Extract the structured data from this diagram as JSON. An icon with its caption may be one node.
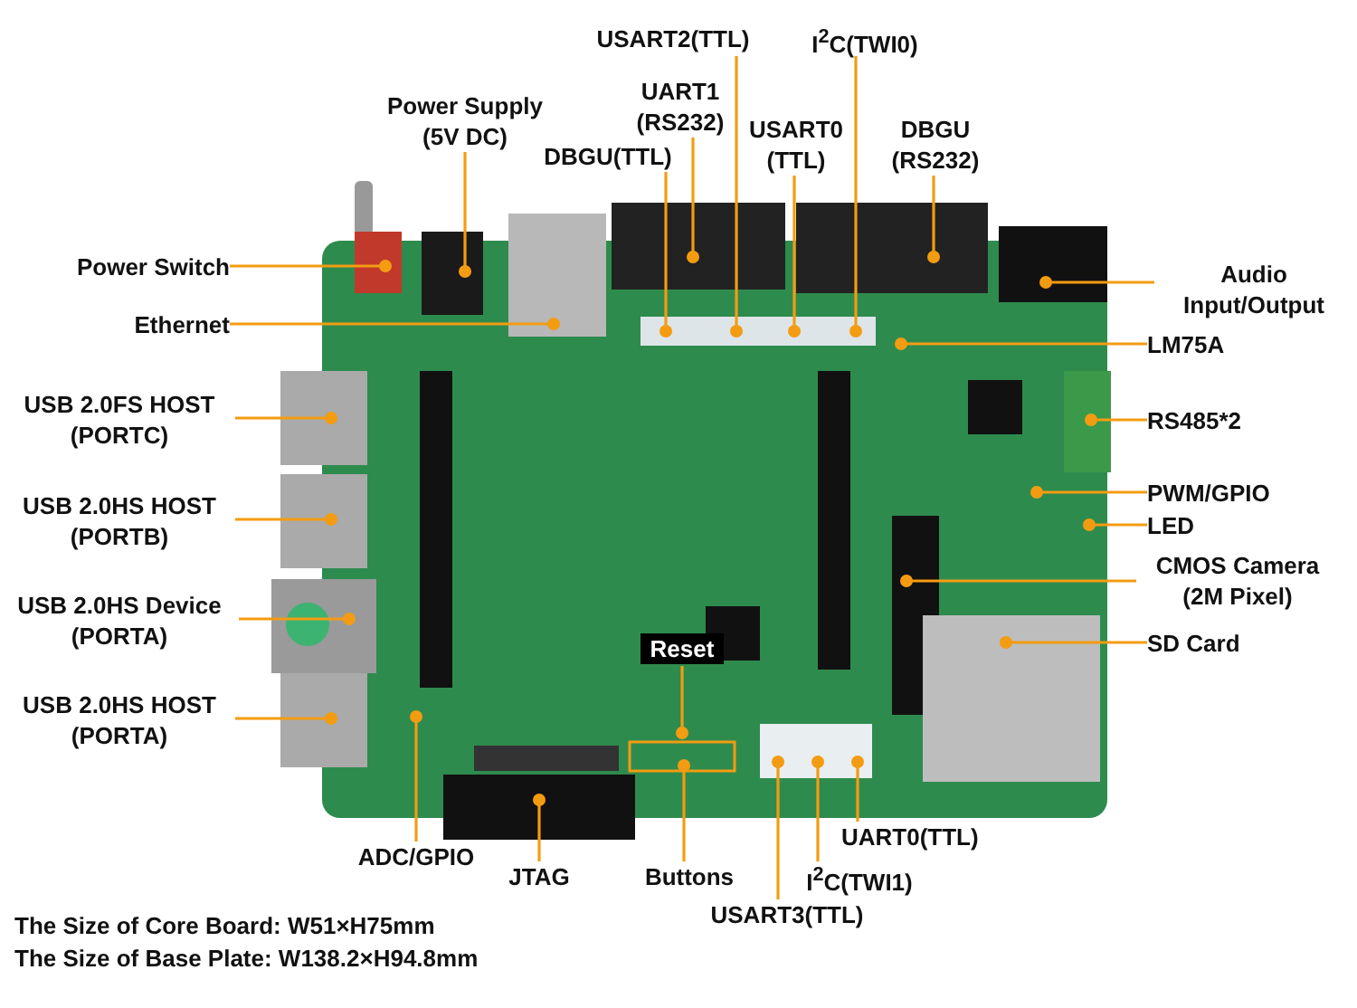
{
  "diagram": {
    "nodes": [
      {
        "text": [
          "Power Supply (5V DC)"
        ]
      },
      {
        "text": [
          "USART2(TTL)"
        ]
      },
      {
        "text": [
          "I$^{2}$C(TWI0)"
        ]
      },
      {
        "text": [
          "UART1 (RS232)"
        ]
      },
      {
        "text": [
          "USART0 (TTL)"
        ]
      },
      {
        "text": [
          "DBGU (RS232)"
        ]
      },
      {
        "text": [
          "DBGU(TTL)"
        ]
      },
      {
        "text": [
          "Power Switch"
        ]
      },
      {
        "text": [
          "Ethernet"
        ]
      },
      {
        "text": [
          "Audio Input/Output"
        ]
      },
      {
        "text": [
          "LM75A"
        ]
      },
      {
        "text": [
          "USB 2.0FS HOST (PORTC)"
        ]
      },
      {
        "text": [
          "RS485*2"
        ]
      },
      {
        "text": [
          "USB 2.0HS HOST (PORTB)"
        ]
      },
      {
        "text": [
          "PWM/GPIO"
        ]
      },
      {
        "text": [
          "LED"
        ]
      },
      {
        "text": [
          "CMOS Camera (2M Pixel)"
        ]
      },
      {
        "text": [
          "USB 2.0HS Device (PORTA)"
        ]
      },
      {
        "text": [
          "SD Card"
        ]
      },
      {
        "text": [
          "Reset"
        ]
      },
      {
        "text": [
          "USB 2.0HS HOST (PORTA)"
        ]
      },
      {
        "text": [
          "ADC/GPIO"
        ]
      },
      {
        "text": [
          "JTAG"
        ]
      },
      {
        "text": [
          "Buttons"
        ]
      },
      {
        "text": [
          "UART0(TTL)"
        ]
      },
      {
        "text": [
          "I$^{2}$C(TWI1)"
        ]
      },
      {
        "text": [
          "USART3(TTL)"
        ]
      }
    ],
    "edges": [
      {
        "from": 0,
        "to": null,
        "arrow": "other"
      },
      {
        "from": 1,
        "to": null,
        "arrow": "other"
      },
      {
        "from": 2,
        "to": null,
        "arrow": "other"
      },
      {
        "from": 3,
        "to": null,
        "arrow": "other"
      },
      {
        "from": 4,
        "to": null,
        "arrow": "other"
      },
      {
        "from": 5,
        "to": null,
        "arrow": "other"
      },
      {
        "from": 6,
        "to": null,
        "arrow": "other"
      },
      {
        "from": 7,
        "to": null,
        "arrow": "other"
      },
      {
        "from": 8,
        "to": null,
        "arrow": "other"
      },
      {
        "from": 9,
        "to": null,
        "arrow": "other"
      },
      {
        "from": 10,
        "to": null,
        "arrow": "other"
      },
      {
        "from": 11,
        "to": null,
        "arrow": "other"
      },
      {
        "from": 12,
        "to": null,
        "arrow": "other"
      },
      {
        "from": 13,
        "to": null,
        "arrow": "other"
      },
      {
        "from": 14,
        "to": null,
        "arrow": "other"
      },
      {
        "from": 15,
        "to": null,
        "arrow": "other"
      },
      {
        "from": 16,
        "to": null,
        "arrow": "other"
      },
      {
        "from": 17,
        "to": null,
        "arrow": "other"
      },
      {
        "from": 18,
        "to": null,
        "arrow": "other"
      },
      {
        "from": 19,
        "to": null,
        "arrow": "other"
      },
      {
        "from": 20,
        "to": null,
        "arrow": "other"
      },
      {
        "from": 21,
        "to": null,
        "arrow": "other"
      },
      {
        "from": 22,
        "to": null,
        "arrow": "other"
      },
      {
        "from": 23,
        "to": null,
        "arrow": "other"
      },
      {
        "from": 24,
        "to": null,
        "arrow": "other"
      },
      {
        "from": 25,
        "to": null,
        "arrow": "other"
      },
      {
        "from": 26,
        "to": null,
        "arrow": "other"
      }
    ],
    "labels": [
      "The Size of Core Board: W51×H75mm",
      "The Size of Base Plate: W138.2×H94.8mm"
    ]
  }
}
